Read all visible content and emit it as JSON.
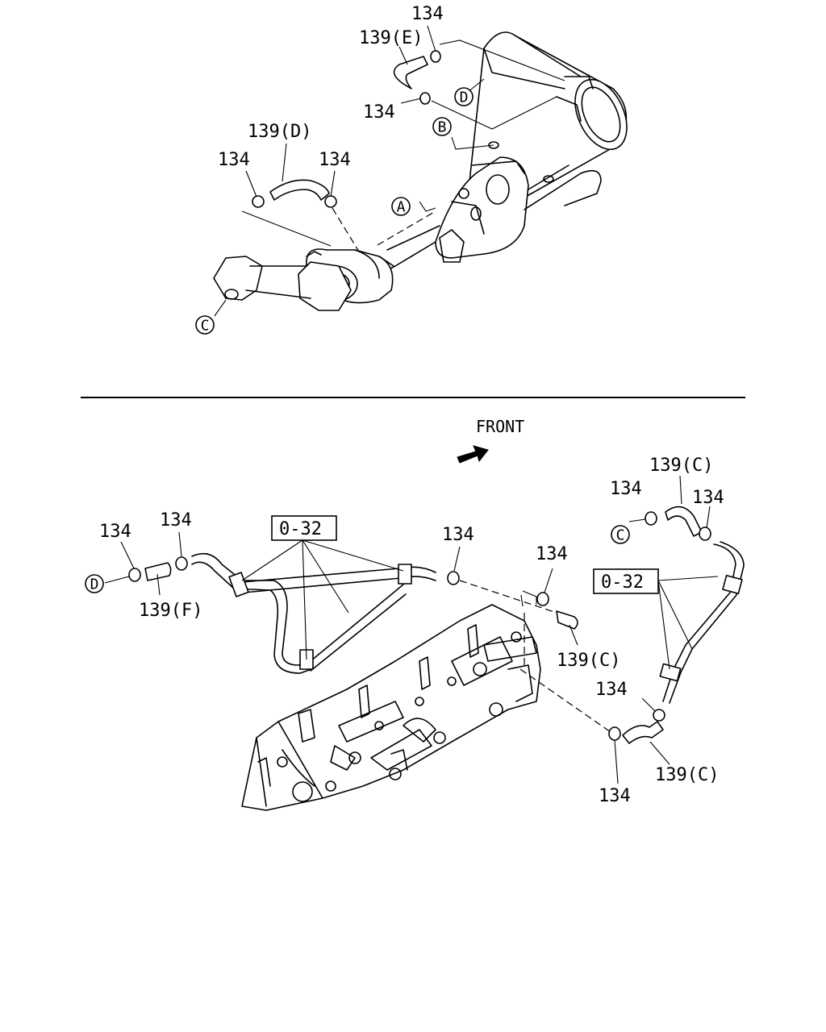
{
  "labels": {
    "p134": "134",
    "p139c": "139(C)",
    "p139d": "139(D)",
    "p139e": "139(E)",
    "p139f": "139(F)",
    "ref032": "0-32",
    "front": "FRONT"
  },
  "circle_refs": {
    "a": "A",
    "b": "B",
    "c": "C",
    "d": "D"
  },
  "icons": {
    "front_arrow": "front-direction-arrow-icon"
  }
}
